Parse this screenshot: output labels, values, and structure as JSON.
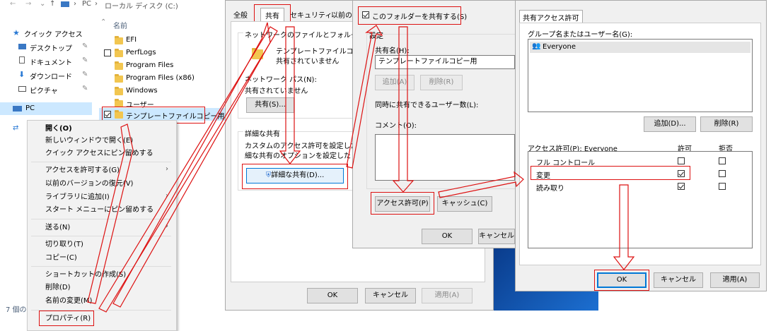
{
  "explorer": {
    "path": [
      "PC",
      "ローカル ディスク (C:)"
    ],
    "column_name": "名前",
    "nav": [
      "クイック アクセス",
      "デスクトップ",
      "ドキュメント",
      "ダウンロード",
      "ピクチャ",
      "PC"
    ],
    "folders": [
      "EFI",
      "PerfLogs",
      "Program Files",
      "Program Files (x86)",
      "Windows",
      "ユーザー",
      "テンプレートファイルコピー用"
    ],
    "status": "7 個の"
  },
  "context_menu": {
    "items": [
      "開く(O)",
      "新しいウィンドウで開く(E)",
      "クイック アクセスにピン留めする",
      "アクセスを許可する(G)",
      "以前のバージョンの復元(V)",
      "ライブラリに追加(I)",
      "スタート メニューにピン留めする",
      "送る(N)",
      "切り取り(T)",
      "コピー(C)",
      "ショートカットの作成(S)",
      "削除(D)",
      "名前の変更(M)",
      "プロパティ(R)"
    ]
  },
  "properties": {
    "tabs": [
      "全般",
      "共有",
      "セキュリティ",
      "以前の"
    ],
    "net_share_title": "ネットワークのファイルとフォルダーの共有",
    "folder_name": "テンプレートファイルコピー用",
    "folder_status": "共有されていません",
    "net_path_label": "ネットワーク パス(N):",
    "net_path_value": "共有されていません",
    "share_button": "共有(S)...",
    "adv_title": "詳細な共有",
    "adv_desc1": "カスタムのアクセス許可を設定したり、複",
    "adv_desc2": "細な共有のオプションを設定したりでき",
    "adv_button": "詳細な共有(D)...",
    "ok": "OK",
    "cancel": "キャンセル",
    "apply": "適用(A)"
  },
  "advanced": {
    "share_checkbox": "このフォルダーを共有する(S)",
    "settings_label": "設定",
    "share_name_label": "共有名(H):",
    "share_name_value": "テンプレートファイルコピー用",
    "add": "追加(A)",
    "remove": "削除(R)",
    "users_label": "同時に共有できるユーザー数(L):",
    "comment_label": "コメント(O):",
    "permissions": "アクセス許可(P)",
    "caching": "キャッシュ(C)",
    "ok": "OK",
    "cancel": "キャンセル"
  },
  "permissions": {
    "tab": "共有アクセス許可",
    "group_label": "グループ名またはユーザー名(G):",
    "user": "Everyone",
    "add": "追加(D)...",
    "remove": "削除(R)",
    "perm_label": "アクセス許可(P): Everyone",
    "allow": "許可",
    "deny": "拒否",
    "rows": [
      {
        "name": "フル コントロール",
        "allow": false,
        "deny": false
      },
      {
        "name": "変更",
        "allow": true,
        "deny": false
      },
      {
        "name": "読み取り",
        "allow": true,
        "deny": false
      }
    ],
    "ok": "OK",
    "cancel": "キャンセル",
    "apply": "適用(A)"
  },
  "colors": {
    "annotation": "#dd1111",
    "accent": "#0078d7",
    "desktop": "#0a3c8c"
  }
}
